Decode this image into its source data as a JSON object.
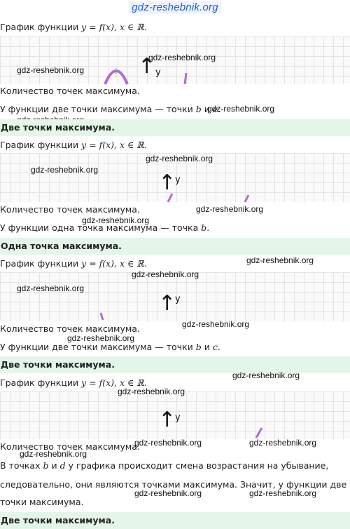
{
  "header": {
    "site": "gdz-reshebnik.org"
  },
  "watermark": "gdz-reshebnik.org",
  "axis_label": "y",
  "accent_colors": {
    "curve": "#b56ad8",
    "answer_bg": "#e4f6ea",
    "header_link": "#1f5fd1"
  },
  "blocks": [
    {
      "graph_prefix": "График функции",
      "graph_math": "y = f(x), x ∈ ℝ.",
      "question": "Количество точек максимума.",
      "explanation_prefix": "У функции две точки максимума — точки",
      "explanation_math_1": "b",
      "explanation_mid": "и",
      "explanation_math_2": "e.",
      "answer": "Две точки максимума."
    },
    {
      "graph_prefix": "График функции",
      "graph_math": "y = f(x), x ∈ ℝ.",
      "question": "Количество точек максимума.",
      "explanation_prefix": "У функции одна точка максимума — точка",
      "explanation_math_1": "b.",
      "answer": "Одна точка максимума."
    },
    {
      "graph_prefix": "График функции",
      "graph_math": "y = f(x), x ∈ ℝ.",
      "question": "Количество точек максимума.",
      "explanation_prefix": "У функции две точки максимума — точки",
      "explanation_math_1": "b",
      "explanation_mid": "и",
      "explanation_math_2": "c.",
      "answer": "Две точки максимума."
    },
    {
      "graph_prefix": "График функции",
      "graph_math": "y = f(x), x ∈ ℝ.",
      "question": "Количество точек максимума.",
      "explanation_l1_prefix": "В точках",
      "explanation_l1_math_1": "b",
      "explanation_l1_mid": "и",
      "explanation_l1_math_2": "d",
      "explanation_l1_suffix": "у графика происходит смена возрастания на убывание,",
      "explanation_l2": "следовательно, они являются точками максимума. Значит, у функции две",
      "explanation_l3": "точки максимума.",
      "answer": "Две точки максимума."
    }
  ]
}
